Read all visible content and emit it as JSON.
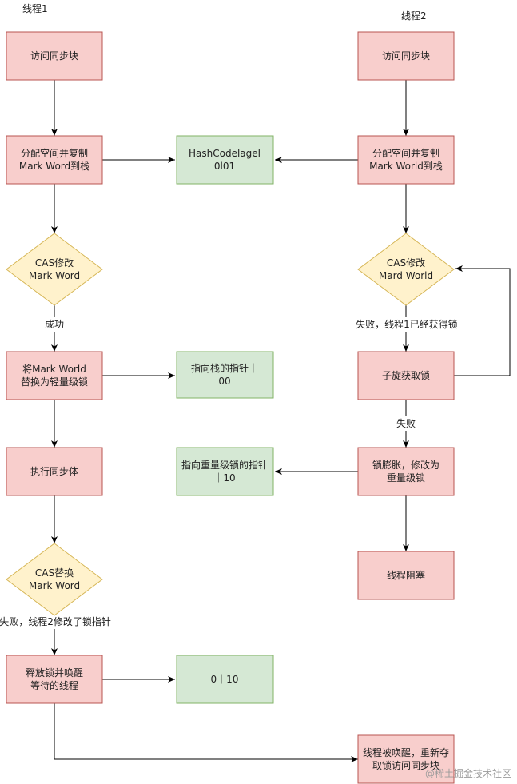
{
  "lanes": {
    "left": "线程1",
    "right": "线程2"
  },
  "nodes": {
    "t1_access": [
      "访问同步块"
    ],
    "t1_copy": [
      "分配空间并复制",
      "Mark Word到栈"
    ],
    "hashcode": [
      "HashCodelagel",
      "0l01"
    ],
    "t1_cas": [
      "CAS修改",
      "Mark Word"
    ],
    "t1_replace": [
      "将Mark World",
      "替换为轻量级锁"
    ],
    "stack_ptr": [
      "指向栈的指针｜",
      "00"
    ],
    "t1_exec": [
      "执行同步体"
    ],
    "t1_cas2": [
      "CAS替换",
      "Mark Word"
    ],
    "t1_release": [
      "释放锁并唤醒",
      "等待的线程"
    ],
    "zero_ten": [
      "0｜10"
    ],
    "t2_access": [
      "访问同步块"
    ],
    "t2_copy": [
      "分配空间并复制",
      "Mark World到栈"
    ],
    "t2_cas": [
      "CAS修改",
      "Mard World"
    ],
    "t2_spin": [
      "子旋获取锁"
    ],
    "t2_inflate": [
      "锁膨胀，修改为",
      "重量级锁"
    ],
    "heavy_ptr": [
      "指向重量级锁的指针",
      "｜10"
    ],
    "t2_block": [
      "线程阻塞"
    ],
    "t2_wake": [
      "线程被唤醒，重新夺",
      "取锁访问同步块"
    ]
  },
  "edge_labels": {
    "success": "成功",
    "t2_fail_holds": "失败，线程1已经获得锁",
    "t2_fail": "失败",
    "t1_fail_modified": "失败，线程2修改了锁指针"
  },
  "watermark": "@稀土掘金技术社区",
  "colors": {
    "red_fill": "#f8cecc",
    "red_stroke": "#b85450",
    "green_fill": "#d5e8d4",
    "green_stroke": "#82b366",
    "yellow_fill": "#fff2cc",
    "yellow_stroke": "#d6b656",
    "edge": "#000000"
  }
}
